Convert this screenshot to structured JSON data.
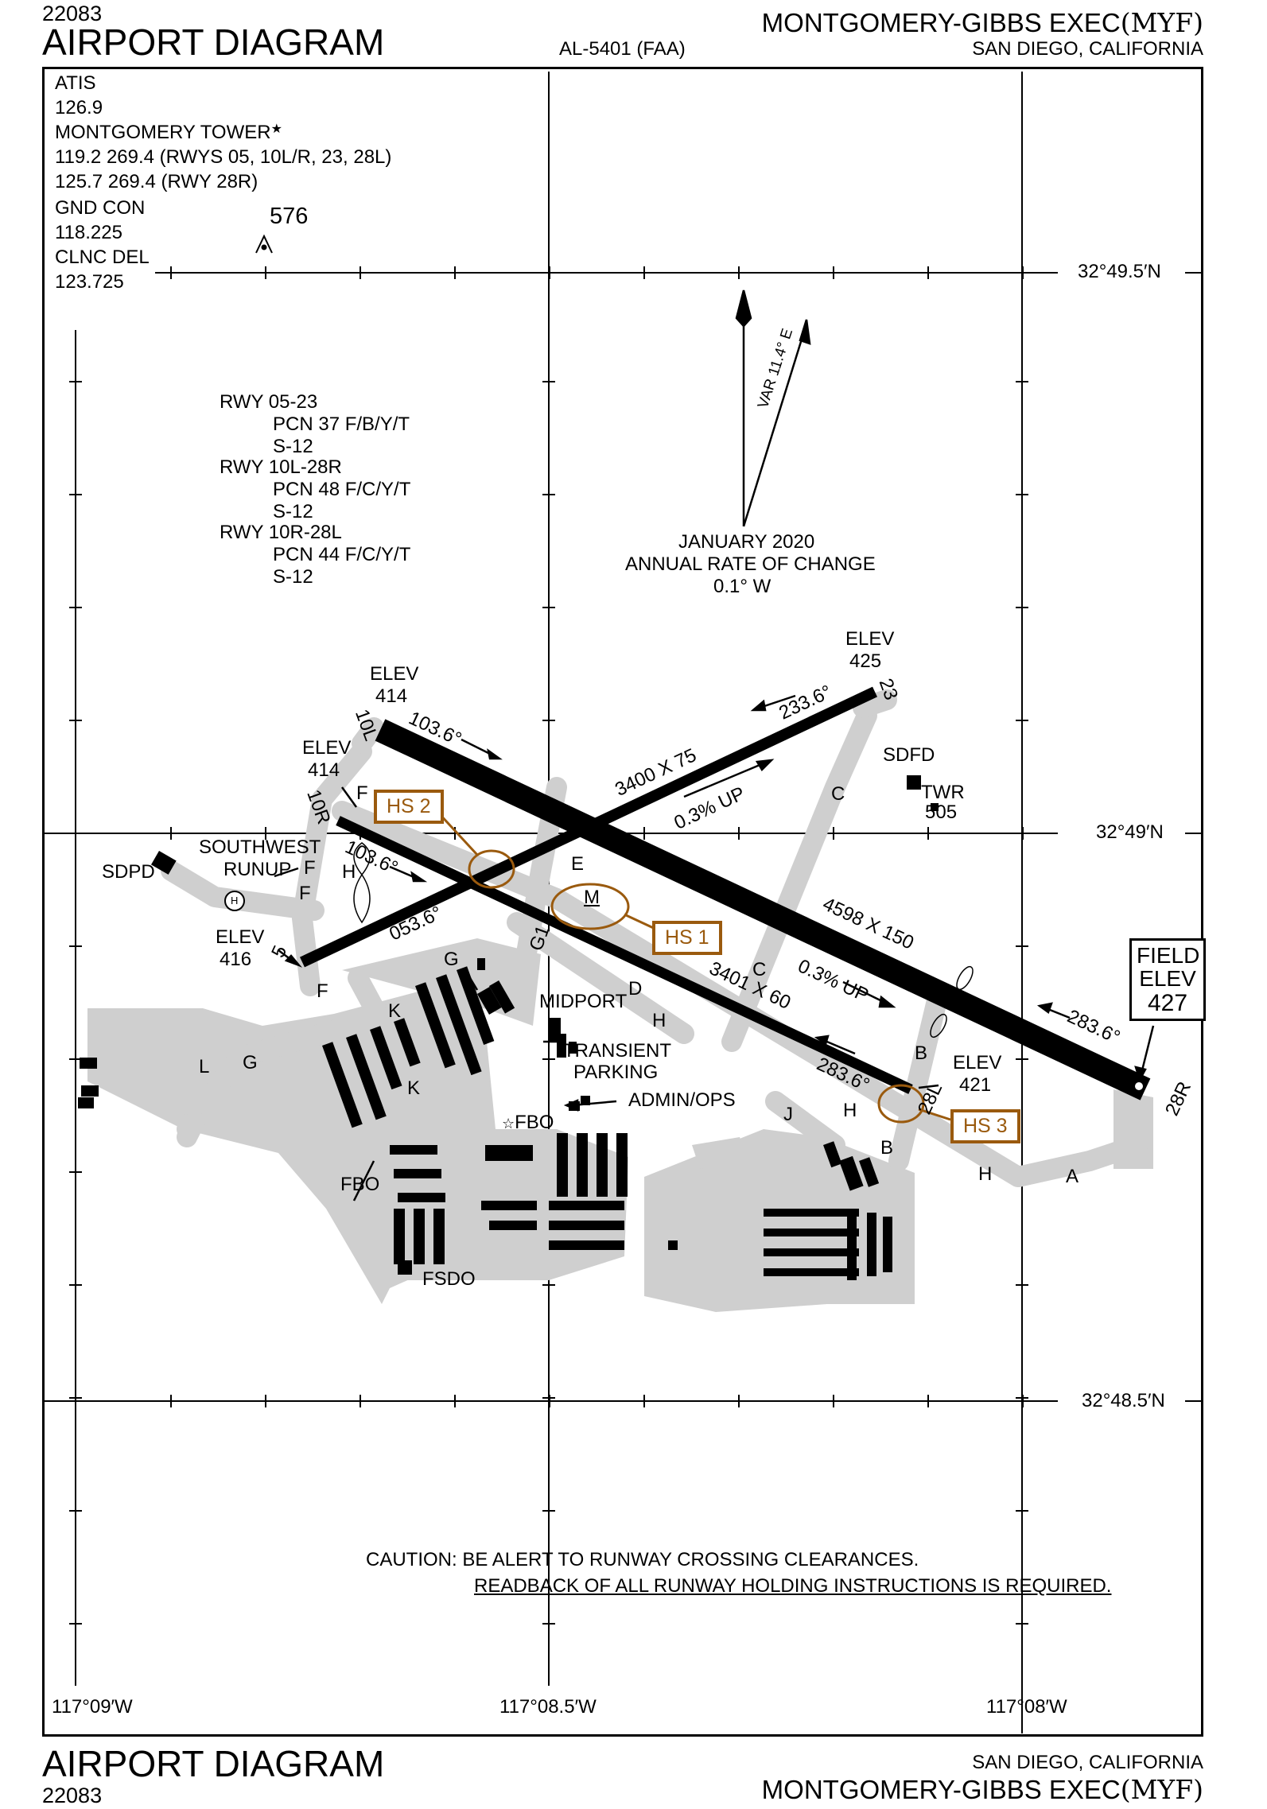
{
  "header": {
    "chart_number": "22083",
    "title": "AIRPORT DIAGRAM",
    "chart_code": "AL-5401 (FAA)",
    "airport_name": "MONTGOMERY-GIBBS EXEC",
    "airport_id": "(MYF)",
    "location": "SAN DIEGO, CALIFORNIA"
  },
  "frequencies": {
    "atis_label": "ATIS",
    "atis_freq": "126.9",
    "tower_label": "MONTGOMERY TOWER",
    "tower_symbol": "★",
    "tower_freq1": "119.2 269.4 (RWYS 05, 10L/R, 23, 28L)",
    "tower_freq2": "125.7 269.4 (RWY 28R)",
    "gnd_label": "GND CON",
    "gnd_freq": "118.225",
    "clnc_label": "CLNC DEL",
    "clnc_freq": "123.725"
  },
  "obstacle": {
    "height": "576"
  },
  "pcn": {
    "rwy1": "RWY 05-23",
    "rwy1_pcn": "PCN 37 F/B/Y/T",
    "rwy1_s": "S-12",
    "rwy2": "RWY 10L-28R",
    "rwy2_pcn": "PCN 48 F/C/Y/T",
    "rwy2_s": "S-12",
    "rwy3": "RWY 10R-28L",
    "rwy3_pcn": "PCN 44 F/C/Y/T",
    "rwy3_s": "S-12"
  },
  "variation": {
    "var_label": "VAR 11.4° E",
    "date": "JANUARY 2020",
    "rate_label": "ANNUAL RATE OF CHANGE",
    "rate_value": "0.1° W"
  },
  "grid": {
    "lat1": "32°49.5′N",
    "lat2": "32°49′N",
    "lat3": "32°48.5′N",
    "lon1": "117°09′W",
    "lon2": "117°08.5′W",
    "lon3": "117°08′W"
  },
  "runways": {
    "r05_label": "5",
    "r23_label": "23",
    "r10l_label": "10L",
    "r28r_label": "28R",
    "r10r_label": "10R",
    "r28l_label": "28L",
    "dim_05_23": "3400 X 75",
    "slope_05_23": "0.3% UP",
    "dim_10l_28r": "4598 X 150",
    "slope_10l_28r": "0.3% UP",
    "dim_10r_28l": "3401 X 60",
    "hdg_233": "233.6°",
    "hdg_053": "053.6°",
    "hdg_103a": "103.6°",
    "hdg_103b": "103.6°",
    "hdg_283a": "283.6°",
    "hdg_283b": "283.6°"
  },
  "elevations": {
    "elev_label": "ELEV",
    "e414a": "414",
    "e414b": "414",
    "e425": "425",
    "e416": "416",
    "e421": "421",
    "field_elev_l1": "FIELD",
    "field_elev_l2": "ELEV",
    "field_elev_val": "427"
  },
  "hotspots": {
    "hs1": "HS 1",
    "hs2": "HS 2",
    "hs3": "HS 3"
  },
  "taxiways": {
    "a": "A",
    "b1": "B",
    "b2": "B",
    "c1": "C",
    "c2": "C",
    "d": "D",
    "e": "E",
    "f1": "F",
    "f2": "F",
    "f3": "F",
    "f4": "F",
    "g": "G",
    "g2": "G",
    "g1": "G1",
    "h1": "H",
    "h2": "H",
    "h3": "H",
    "h4": "H",
    "j": "J",
    "k1": "K",
    "k2": "K",
    "l": "L",
    "m": "M",
    "heli": "H"
  },
  "facilities": {
    "sdpd": "SDPD",
    "southwest_runup_l1": "SOUTHWEST",
    "southwest_runup_l2": "RUNUP",
    "sdfd": "SDFD",
    "twr": "TWR",
    "twr_elev": "505",
    "midport": "MIDPORT",
    "transient_l1": "TRANSIENT",
    "transient_l2": "PARKING",
    "admin": "ADMIN/OPS",
    "fbo1": "FBO",
    "fbo2": "FBO",
    "fsdo": "FSDO"
  },
  "caution": {
    "line1": "CAUTION:  BE ALERT TO RUNWAY CROSSING CLEARANCES.",
    "line2": "READBACK OF ALL RUNWAY HOLDING INSTRUCTIONS IS REQUIRED."
  },
  "colors": {
    "hotspot": "#9a5a0e",
    "pavement": "#cfcfcf",
    "runway": "#000000"
  }
}
